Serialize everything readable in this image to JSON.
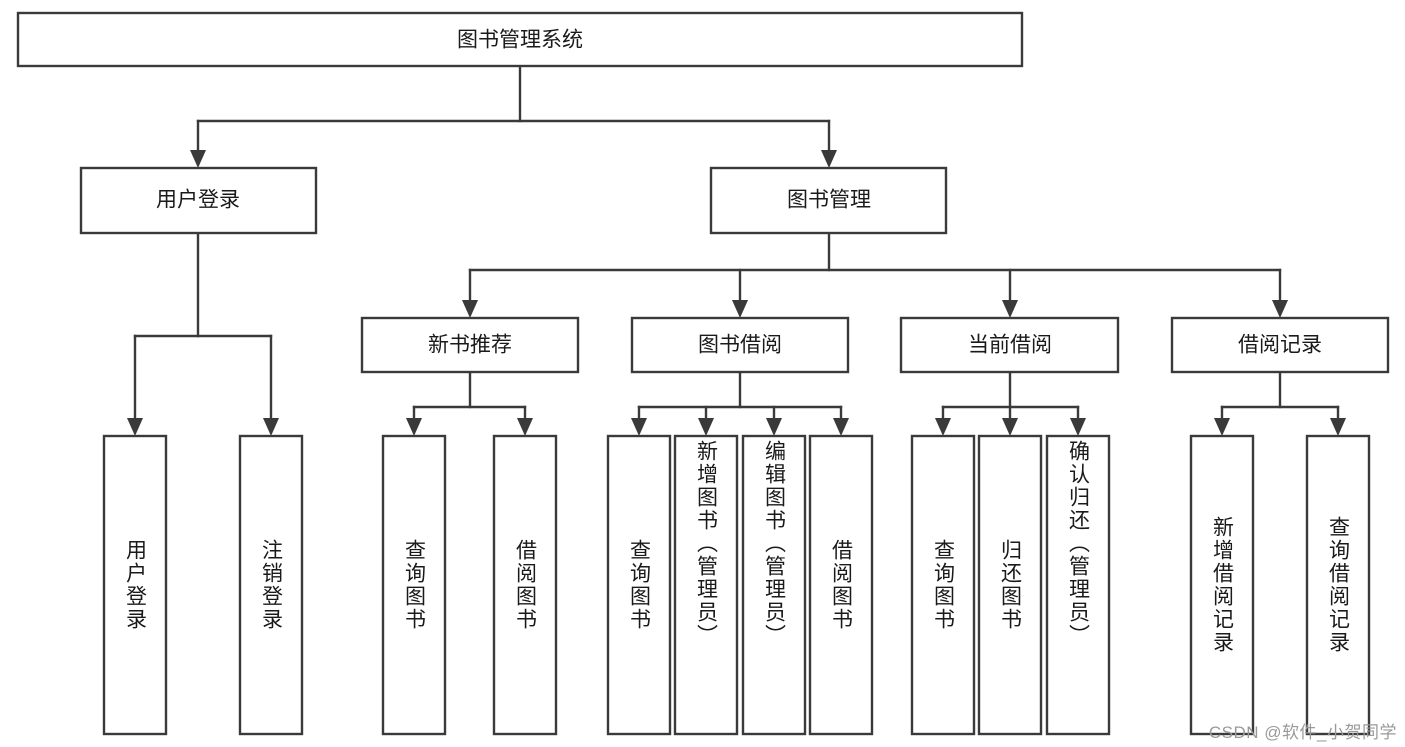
{
  "diagram": {
    "type": "tree-hierarchy-chart",
    "title": "图书管理系统",
    "root": {
      "id": "root",
      "label": "图书管理系统",
      "level": 1
    },
    "level2": [
      {
        "id": "user-login",
        "label": "用户登录",
        "level": 2
      },
      {
        "id": "book-management",
        "label": "图书管理",
        "level": 2
      }
    ],
    "level3": [
      {
        "id": "new-book-recommend",
        "label": "新书推荐",
        "level": 3,
        "parent": "book-management"
      },
      {
        "id": "book-borrow",
        "label": "图书借阅",
        "level": 3,
        "parent": "book-management"
      },
      {
        "id": "current-borrow",
        "label": "当前借阅",
        "level": 3,
        "parent": "book-management"
      },
      {
        "id": "borrow-record",
        "label": "借阅记录",
        "level": 3,
        "parent": "book-management"
      }
    ],
    "leaves": [
      {
        "id": "leaf-user-login",
        "label": "用户登录",
        "parent": "user-login",
        "orientation": "vertical",
        "align": "center"
      },
      {
        "id": "leaf-logout",
        "label": "注销登录",
        "parent": "user-login",
        "orientation": "vertical",
        "align": "center"
      },
      {
        "id": "leaf-query-book-1",
        "label": "查询图书",
        "parent": "new-book-recommend",
        "orientation": "vertical",
        "align": "center"
      },
      {
        "id": "leaf-borrow-book-1",
        "label": "借阅图书",
        "parent": "new-book-recommend",
        "orientation": "vertical",
        "align": "center"
      },
      {
        "id": "leaf-query-book-2",
        "label": "查询图书",
        "parent": "book-borrow",
        "orientation": "vertical",
        "align": "center"
      },
      {
        "id": "leaf-add-book",
        "label": "新增图书（管理员）",
        "parent": "book-borrow",
        "orientation": "vertical",
        "align": "top"
      },
      {
        "id": "leaf-edit-book",
        "label": "编辑图书（管理员）",
        "parent": "book-borrow",
        "orientation": "vertical",
        "align": "top"
      },
      {
        "id": "leaf-borrow-book-2",
        "label": "借阅图书",
        "parent": "book-borrow",
        "orientation": "vertical",
        "align": "center"
      },
      {
        "id": "leaf-query-book-3",
        "label": "查询图书",
        "parent": "current-borrow",
        "orientation": "vertical",
        "align": "center"
      },
      {
        "id": "leaf-return-book",
        "label": "归还图书",
        "parent": "current-borrow",
        "orientation": "vertical",
        "align": "center"
      },
      {
        "id": "leaf-confirm-return",
        "label": "确认归还（管理员）",
        "parent": "current-borrow",
        "orientation": "vertical",
        "align": "top"
      },
      {
        "id": "leaf-add-record",
        "label": "新增借阅记录",
        "parent": "borrow-record",
        "orientation": "vertical",
        "align": "center"
      },
      {
        "id": "leaf-query-record",
        "label": "查询借阅记录",
        "parent": "borrow-record",
        "orientation": "vertical",
        "align": "center"
      }
    ],
    "colors": {
      "box_stroke": "#3a3a3a",
      "box_fill": "#ffffff",
      "connector": "#3a3a3a",
      "text": "#1a1a1a",
      "watermark": "#9a9a9a",
      "background": "#ffffff"
    }
  },
  "watermark": {
    "text": "CSDN @软件_小贺同学"
  }
}
